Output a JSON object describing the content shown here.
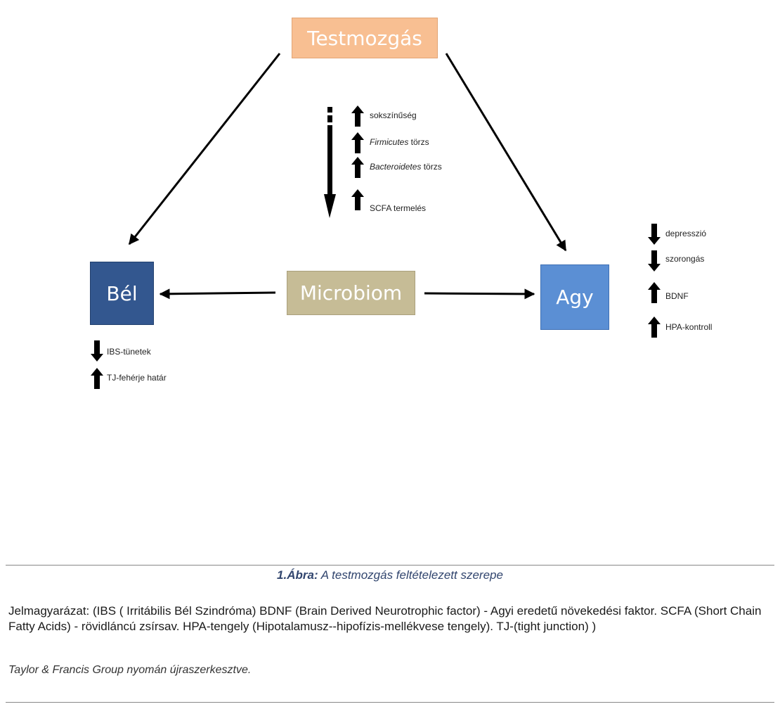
{
  "boxes": {
    "testmozgas": "Testmozgás",
    "microbiom": "Microbiom",
    "bel": "Bél",
    "agy": "Agy"
  },
  "colors": {
    "testmozgas": "#f8bf92",
    "microbiom": "#c6bc96",
    "bel": "#33578f",
    "agy": "#5b8fd4"
  },
  "microbiom_effects": [
    {
      "direction": "up",
      "label": "sokszínűség"
    },
    {
      "direction": "up",
      "label_italic": "Firmicutes",
      "label": " törzs"
    },
    {
      "direction": "up",
      "label_italic": "Bacteroidetes",
      "label": " törzs"
    },
    {
      "direction": "up",
      "label": "SCFA termelés"
    }
  ],
  "brain_effects": [
    {
      "direction": "down",
      "label": "depresszió"
    },
    {
      "direction": "down",
      "label": "szorongás"
    },
    {
      "direction": "up",
      "label": "BDNF"
    },
    {
      "direction": "up",
      "label": "HPA-kontroll"
    }
  ],
  "gut_effects": [
    {
      "direction": "down",
      "label": "IBS-tünetek"
    },
    {
      "direction": "up",
      "label": "TJ-fehérje határ"
    }
  ],
  "caption": {
    "number": "1.Ábra:",
    "text": " A testmozgás feltételezett szerepe"
  },
  "legend": {
    "prefix": "Jelmagyarázat: ",
    "text": "(IBS ( Irritábilis Bél Szindróma) BDNF (Brain Derived Neurotrophic factor) - Agyi eredetű növekedési faktor. SCFA (Short Chain Fatty Acids) - rövidláncú zsírsav. HPA-tengely  (Hipotalamusz--hipofízis-mellékvese tengely). TJ-(tight junction) )"
  },
  "credit": "Taylor & Francis Group nyomán újraszerkesztve."
}
